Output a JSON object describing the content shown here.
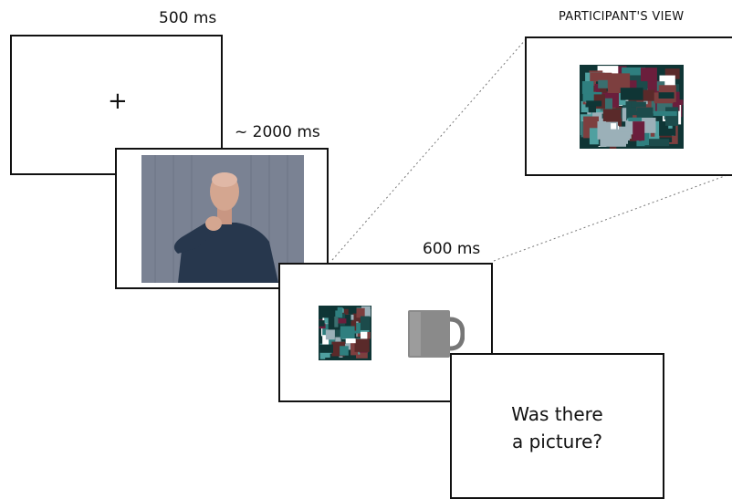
{
  "labels": {
    "fixation_duration": "500 ms",
    "video_duration": "~ 2000 ms",
    "stimulus_duration": "600 ms",
    "participant_view": "PARTICIPANT'S VIEW"
  },
  "fixation": {
    "symbol": "+"
  },
  "question": {
    "line1": "Was there",
    "line2": "a picture?"
  },
  "colors": {
    "frame_border": "#111111",
    "mosaic": [
      "#2f7f7f",
      "#6b1e3c",
      "#0f3535",
      "#7d3f3f",
      "#4fa0a0",
      "#1c4b4b",
      "#9bb0b8",
      "#5a2a2a",
      "#3a6f6f",
      "#ffffff"
    ],
    "backdrop": "#7a8293",
    "shirt": "#27374d",
    "skin": "#d4a690",
    "mug": "#8a8a8a"
  }
}
